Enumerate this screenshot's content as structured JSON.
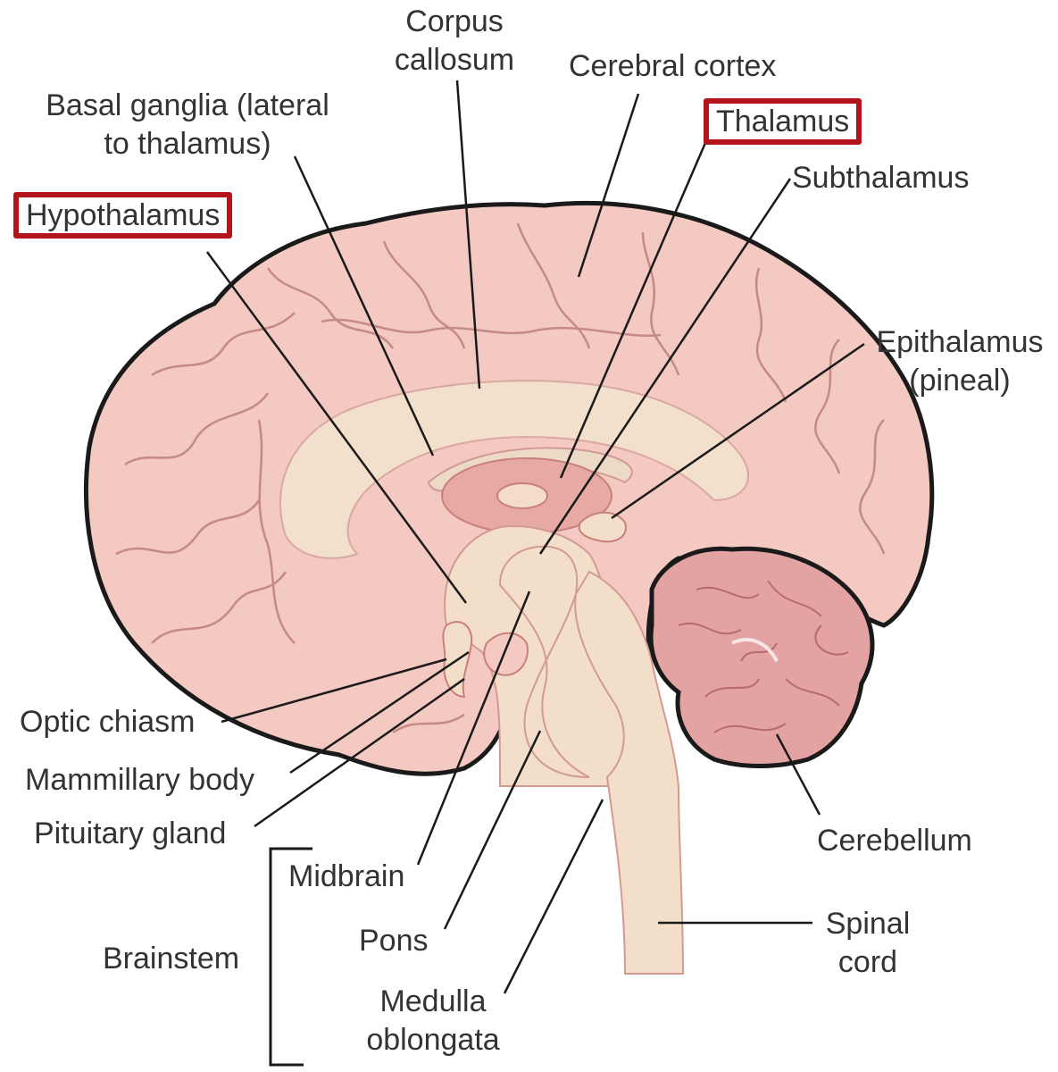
{
  "labels": {
    "corpus_callosum": [
      "Corpus",
      "callosum"
    ],
    "cerebral_cortex": "Cerebral cortex",
    "basal_ganglia": [
      "Basal ganglia (lateral",
      "to thalamus)"
    ],
    "thalamus": "Thalamus",
    "subthalamus": "Subthalamus",
    "hypothalamus": "Hypothalamus",
    "epithalamus": [
      "Epithalamus",
      "(pineal)"
    ],
    "optic_chiasm": "Optic chiasm",
    "mammillary_body": "Mammillary body",
    "pituitary_gland": "Pituitary gland",
    "midbrain": "Midbrain",
    "pons": "Pons",
    "medulla": [
      "Medulla",
      "oblongata"
    ],
    "brainstem": "Brainstem",
    "cerebellum": "Cerebellum",
    "spinal_cord": [
      "Spinal",
      "cord"
    ]
  },
  "colors": {
    "cortex": "#f4c9c2",
    "cortex_outline": "#1a1a1a",
    "gyri_lines": "#c58a86",
    "corpus_callosum": "#f2e0cc",
    "thalamus_region": "#e7a9a4",
    "cerebellum": "#e3a3a3",
    "brainstem": "#f3dfc9",
    "leader_line": "#1a1a1a",
    "highlight_box": "#b3131b",
    "text": "#333333"
  }
}
